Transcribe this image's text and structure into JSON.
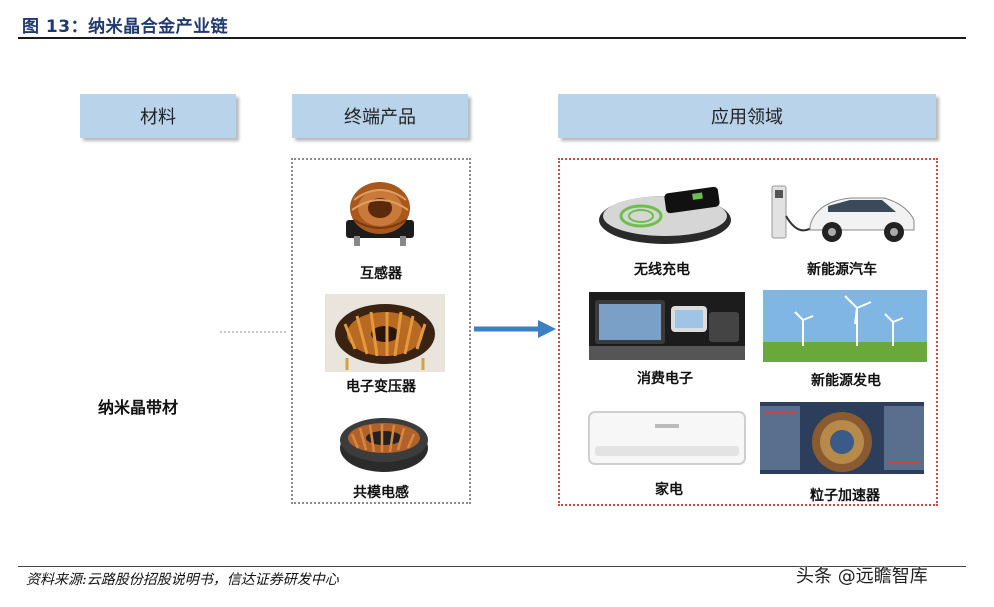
{
  "figure": {
    "title": "图 13：纳米晶合金产业链",
    "source": "资料来源:云路股份招股说明书，信达证券研发中心",
    "watermark": "头条 @远瞻智库"
  },
  "headers": {
    "materials": "材料",
    "products": "终端产品",
    "applications": "应用领域"
  },
  "materials": {
    "item": "纳米晶带材"
  },
  "products": [
    {
      "label": "互感器",
      "icon": "toroid-core-icon"
    },
    {
      "label": "电子变压器",
      "icon": "transformer-coil-icon"
    },
    {
      "label": "共模电感",
      "icon": "common-mode-choke-icon"
    }
  ],
  "applications": [
    {
      "label": "无线充电",
      "icon": "wireless-charger-icon"
    },
    {
      "label": "新能源汽车",
      "icon": "electric-car-icon"
    },
    {
      "label": "消费电子",
      "icon": "consumer-electronics-icon"
    },
    {
      "label": "新能源发电",
      "icon": "wind-turbine-icon"
    },
    {
      "label": "家电",
      "icon": "air-conditioner-icon"
    },
    {
      "label": "粒子加速器",
      "icon": "particle-accelerator-icon"
    }
  ],
  "colors": {
    "header_fill": "#b8d3ea",
    "arrow": "#3b7fc4",
    "frame_red": "#c94a4a",
    "title": "#1f3a6e"
  }
}
